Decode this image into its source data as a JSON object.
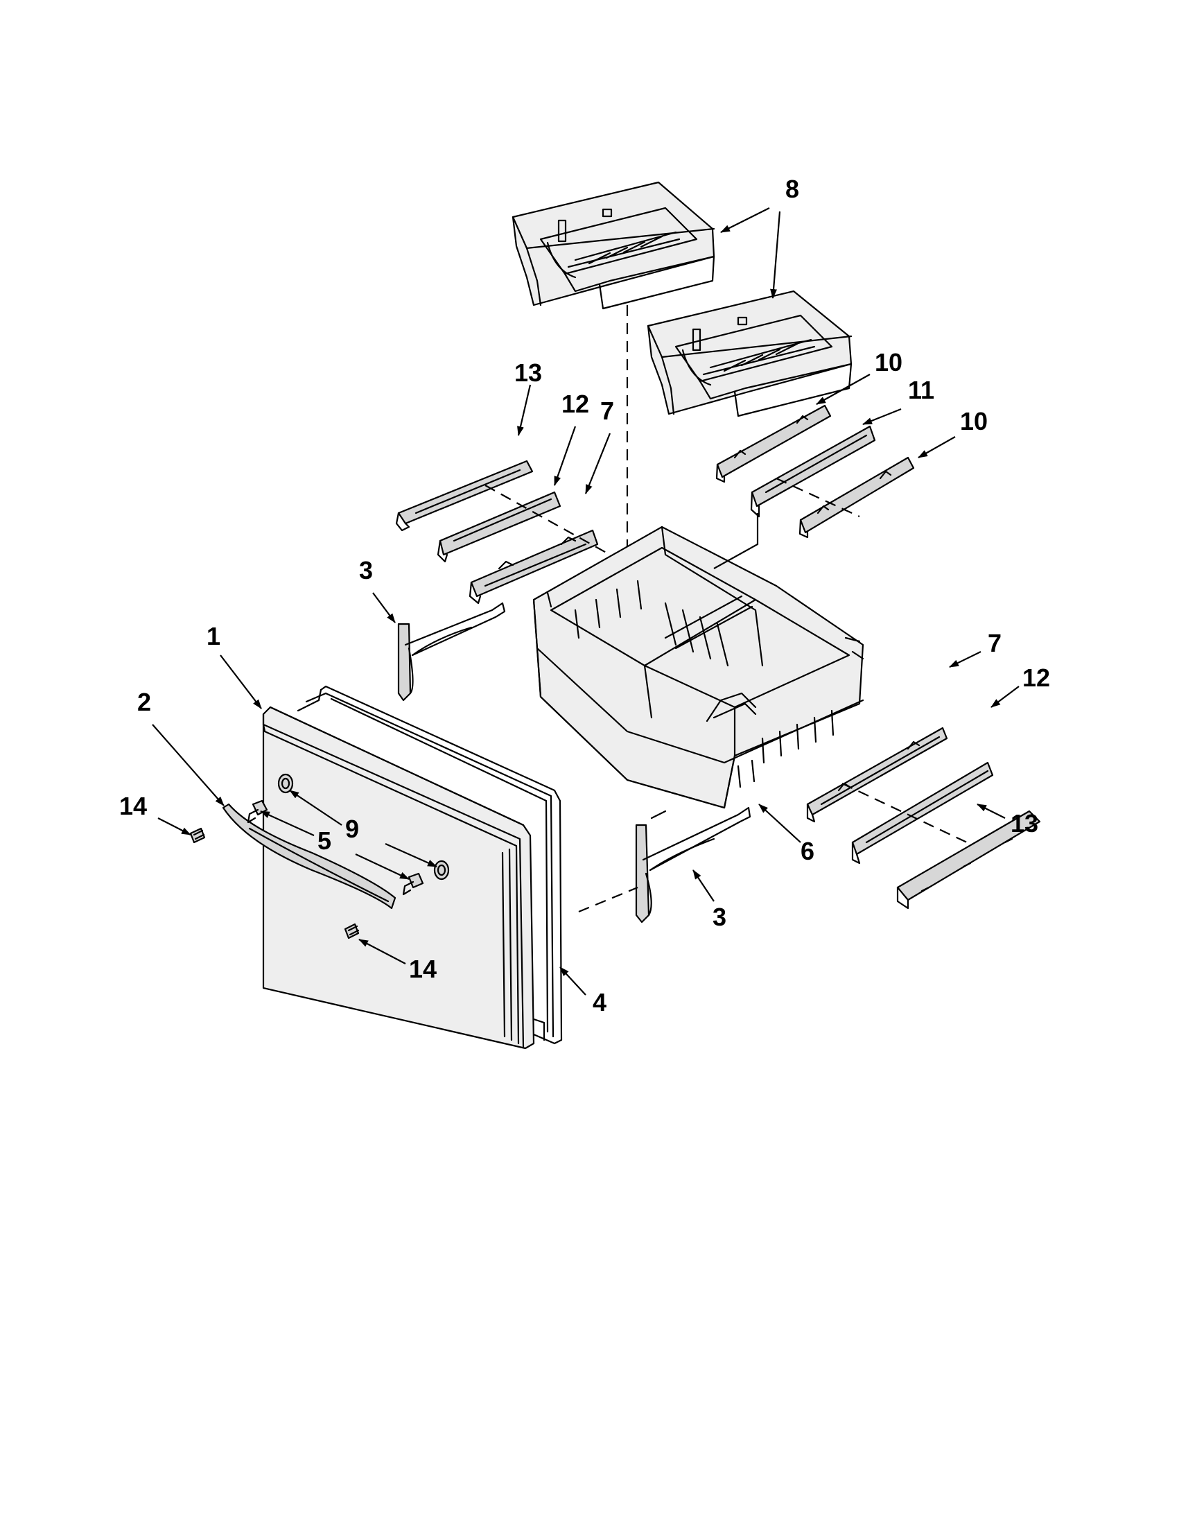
{
  "diagram": {
    "callouts": [
      {
        "id": "c8",
        "label": "8"
      },
      {
        "id": "c13a",
        "label": "13"
      },
      {
        "id": "c12a",
        "label": "12"
      },
      {
        "id": "c7a",
        "label": "7"
      },
      {
        "id": "c10a",
        "label": "10"
      },
      {
        "id": "c11",
        "label": "11"
      },
      {
        "id": "c10b",
        "label": "10"
      },
      {
        "id": "c3a",
        "label": "3"
      },
      {
        "id": "c1",
        "label": "1"
      },
      {
        "id": "c2",
        "label": "2"
      },
      {
        "id": "c14a",
        "label": "14"
      },
      {
        "id": "c9",
        "label": "9"
      },
      {
        "id": "c5",
        "label": "5"
      },
      {
        "id": "c14b",
        "label": "14"
      },
      {
        "id": "c4",
        "label": "4"
      },
      {
        "id": "c3b",
        "label": "3"
      },
      {
        "id": "c6",
        "label": "6"
      },
      {
        "id": "c7b",
        "label": "7"
      },
      {
        "id": "c12b",
        "label": "12"
      },
      {
        "id": "c13b",
        "label": "13"
      }
    ],
    "colors": {
      "line": "#000000",
      "part_shade": "#d7d7d7",
      "background": "#ffffff"
    }
  }
}
